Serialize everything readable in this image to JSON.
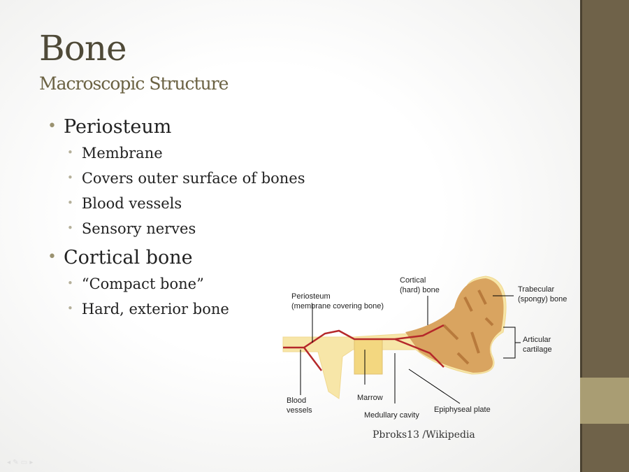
{
  "slide": {
    "title": "Bone",
    "subtitle": "Macroscopic Structure",
    "bullets": [
      {
        "label": "Periosteum",
        "children": [
          "Membrane",
          "Covers outer surface of bones",
          "Blood vessels",
          "Sensory nerves"
        ]
      },
      {
        "label": "Cortical bone",
        "children": [
          "“Compact bone”",
          "Hard, exterior bone"
        ]
      }
    ],
    "diagram": {
      "labels": {
        "periosteum": [
          "Periosteum",
          "(membrane covering bone)"
        ],
        "cortical": [
          "Cortical",
          "(hard) bone"
        ],
        "trabecular": [
          "Trabecular",
          "(spongy) bone"
        ],
        "articular": [
          "Articular",
          "cartilage"
        ],
        "blood": [
          "Blood",
          "vessels"
        ],
        "marrow": "Marrow",
        "medullary": "Medullary cavity",
        "epiphyseal": "Epiphyseal plate"
      },
      "credit": "Pbroks13 /Wikipedia"
    }
  },
  "colors": {
    "sidebar": "#6f6249",
    "sidebar_band": "#a99d73",
    "title": "#4f4a38"
  }
}
